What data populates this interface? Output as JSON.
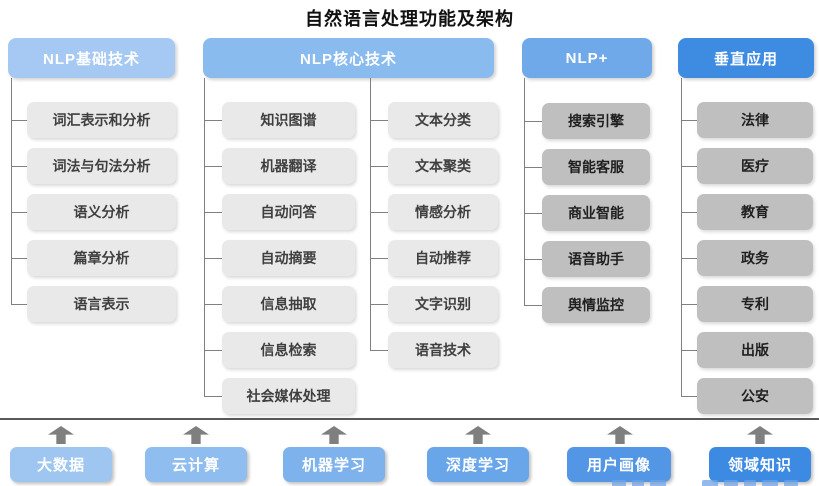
{
  "title": "自然语言处理功能及架构",
  "col1": {
    "header": "NLP基础技术",
    "items": [
      "词汇表示和分析",
      "词法与句法分析",
      "语义分析",
      "篇章分析",
      "语言表示"
    ]
  },
  "col2": {
    "header": "NLP核心技术",
    "left": [
      "知识图谱",
      "机器翻译",
      "自动问答",
      "自动摘要",
      "信息抽取",
      "信息检索",
      "社会媒体处理"
    ],
    "right": [
      "文本分类",
      "文本聚类",
      "情感分析",
      "自动推荐",
      "文字识别",
      "语音技术"
    ]
  },
  "col3": {
    "header": "NLP+",
    "items": [
      "搜索引擎",
      "智能客服",
      "商业智能",
      "语音助手",
      "舆情监控"
    ]
  },
  "col4": {
    "header": "垂直应用",
    "items": [
      "法律",
      "医疗",
      "教育",
      "政务",
      "专利",
      "出版",
      "公安"
    ]
  },
  "foundation": [
    "大数据",
    "云计算",
    "机器学习",
    "深度学习",
    "用户画像",
    "领域知识"
  ],
  "icons": {
    "arrow": "up-arrow"
  },
  "colors": {
    "header_basic": "#A5C9F2",
    "header_core": "#89BBEF",
    "header_nlp_plus": "#6FA9E9",
    "header_vertical": "#3E8BE2",
    "node_light": "#E9E9E9",
    "node_dark": "#BFBFBF",
    "foundation": [
      "#9EC6F1",
      "#90BDEF",
      "#7EB2EC",
      "#68A5E9",
      "#5396E6",
      "#3D8AE3"
    ],
    "connector": "#808080",
    "separator": "#595959",
    "arrow": "#7F7F7F"
  }
}
